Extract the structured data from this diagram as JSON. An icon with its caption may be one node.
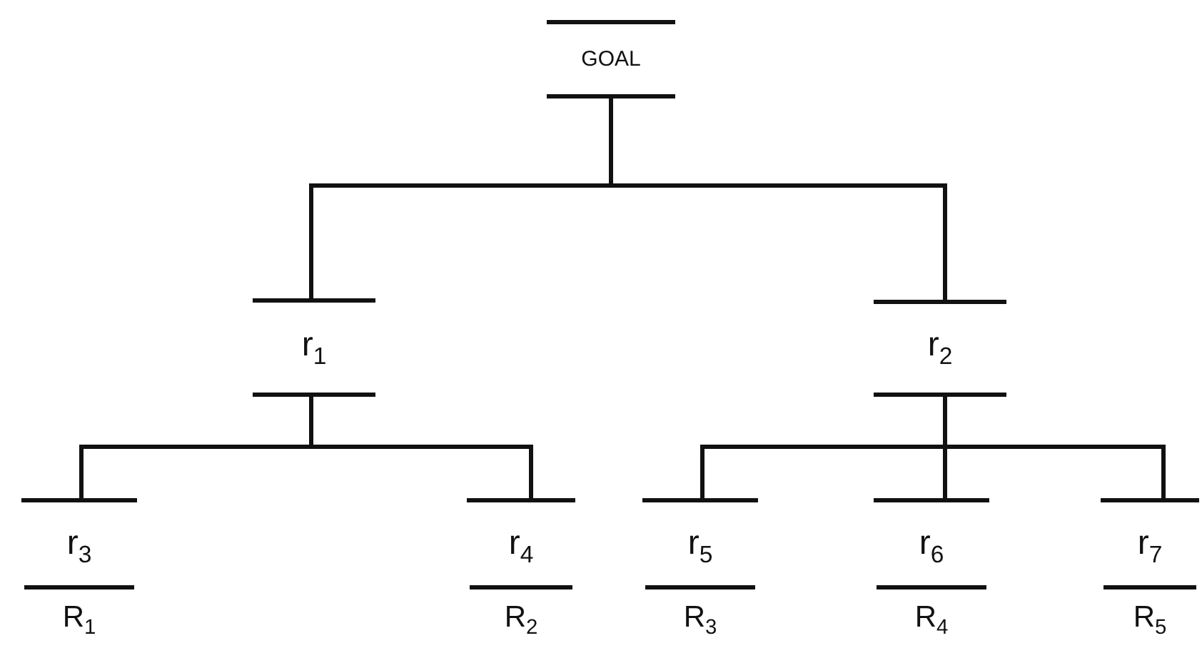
{
  "diagram": {
    "nodes": [
      {
        "text": [
          "GOAL"
        ]
      },
      {
        "text": [
          "r$_{1}$"
        ]
      },
      {
        "text": [
          "r$_{2}$"
        ]
      },
      {
        "text": [
          "r$_{3}$",
          "R$_{1}$"
        ]
      },
      {
        "text": [
          "r$_{4}$",
          "R$_{2}$"
        ]
      },
      {
        "text": [
          "r$_{5}$",
          "R$_{3}$"
        ]
      },
      {
        "text": [
          "r$_{6}$",
          "R$_{4}$"
        ]
      },
      {
        "text": [
          "r$_{7}$",
          "R$_{5}$"
        ]
      }
    ],
    "edges": [
      {
        "from": 0,
        "to": 1,
        "arrow": "none"
      },
      {
        "from": 0,
        "to": 2,
        "arrow": "none"
      },
      {
        "from": 1,
        "to": 3,
        "arrow": "none"
      },
      {
        "from": 1,
        "to": 4,
        "arrow": "none"
      },
      {
        "from": 2,
        "to": 5,
        "arrow": "none"
      },
      {
        "from": 2,
        "to": 6,
        "arrow": "none"
      },
      {
        "from": 2,
        "to": 7,
        "arrow": "none"
      }
    ]
  }
}
